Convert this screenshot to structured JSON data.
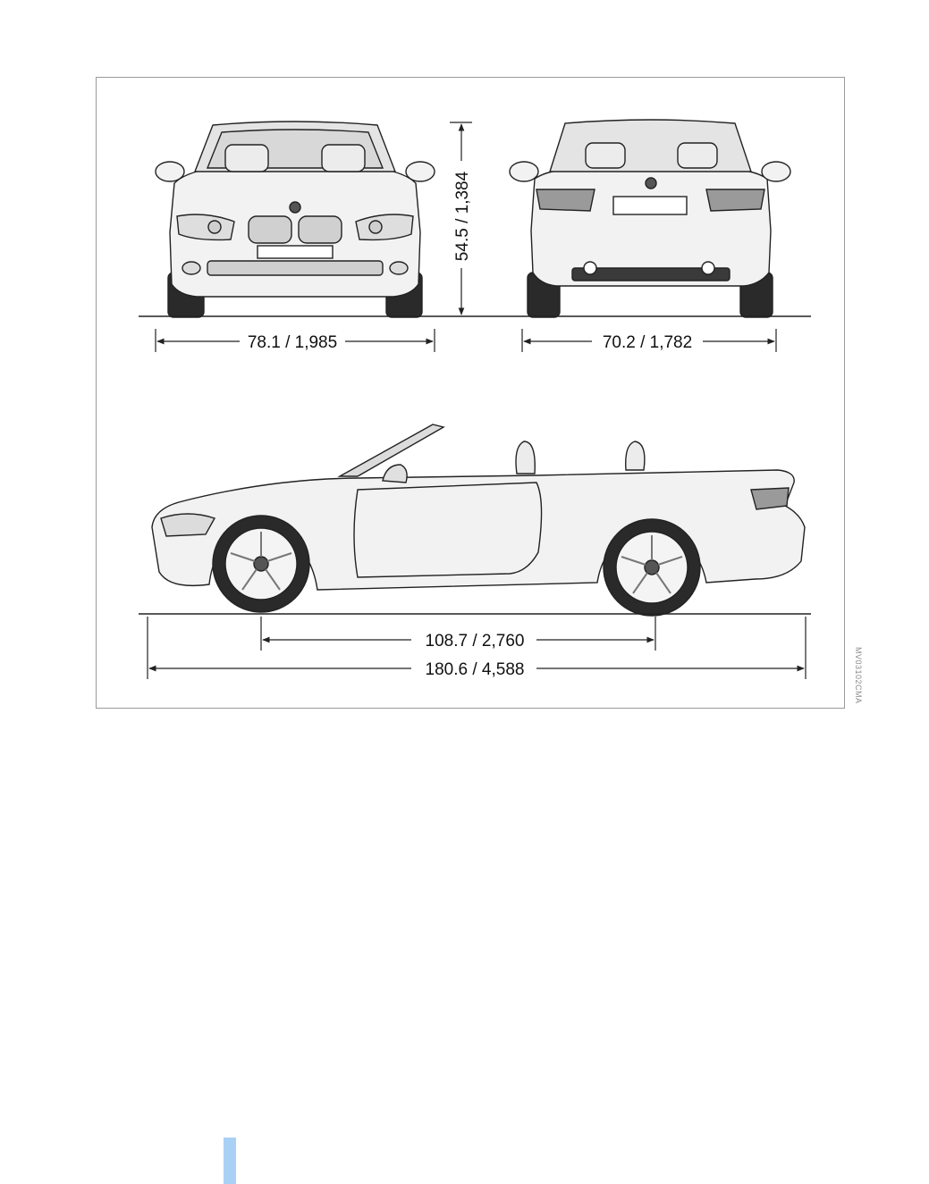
{
  "dimensions": {
    "front_width": "78.1 / 1,985",
    "height": "54.5 / 1,384",
    "rear_track": "70.2 / 1,782",
    "wheelbase": "108.7 / 2,760",
    "overall_length": "180.6 / 4,588"
  },
  "image_code": "MV03102CMA",
  "colors": {
    "line": "#222222",
    "body_fill": "#f2f2f2",
    "tire": "#2a2a2a",
    "glass": "#d8d8d8",
    "tab": "#a9d1f5"
  }
}
